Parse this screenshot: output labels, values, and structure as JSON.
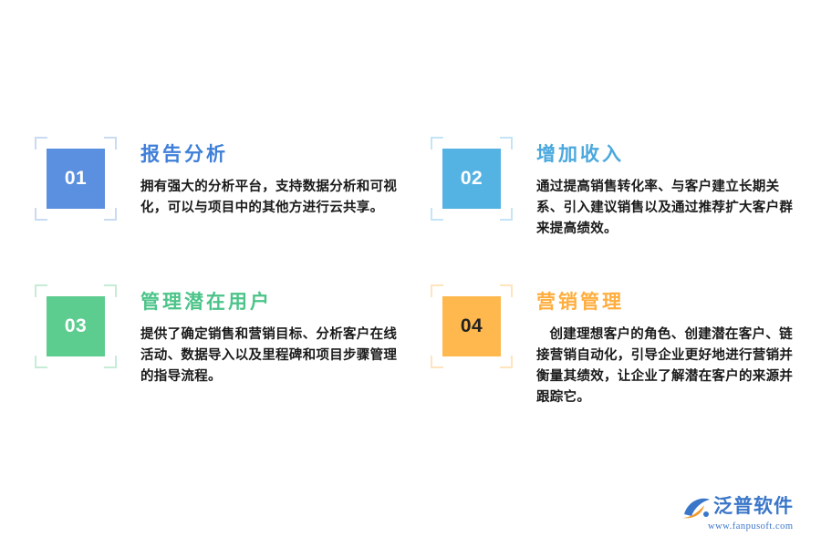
{
  "colors": {
    "blue_deep": "#5b8fe0",
    "blue_light": "#55b3e3",
    "green": "#5ccc8f",
    "orange": "#ffb84d",
    "frame_blue": "#c9dbf3",
    "frame_green": "#c7ecd6",
    "frame_orange": "#ffe4bd",
    "title_blue": "#3f7fd9",
    "title_lightblue": "#4aa8de",
    "title_green": "#4cc489",
    "title_orange": "#ffad3d",
    "brand": "#3a76c9"
  },
  "cards": [
    {
      "number": "01",
      "title": "报告分析",
      "description": "拥有强大的分析平台，支持数据分析和可视化，可以与项目中的其他方进行云共享。"
    },
    {
      "number": "02",
      "title": "增加收入",
      "description": "通过提高销售转化率、与客户建立长期关系、引入建议销售以及通过推荐扩大客户群来提高绩效。"
    },
    {
      "number": "03",
      "title": "管理潜在用户",
      "description": "提供了确定销售和营销目标、分析客户在线活动、数据导入以及里程碑和项目步骤管理的指导流程。"
    },
    {
      "number": "04",
      "title": "营销管理",
      "description": "创建理想客户的角色、创建潜在客户、链接营销自动化，引导企业更好地进行营销并衡量其绩效，让企业了解潜在客户的来源并跟踪它。"
    }
  ],
  "brand": {
    "name": "泛普软件",
    "url": "www.fanpusoft.com",
    "icon": "fanpu-logo-icon"
  }
}
